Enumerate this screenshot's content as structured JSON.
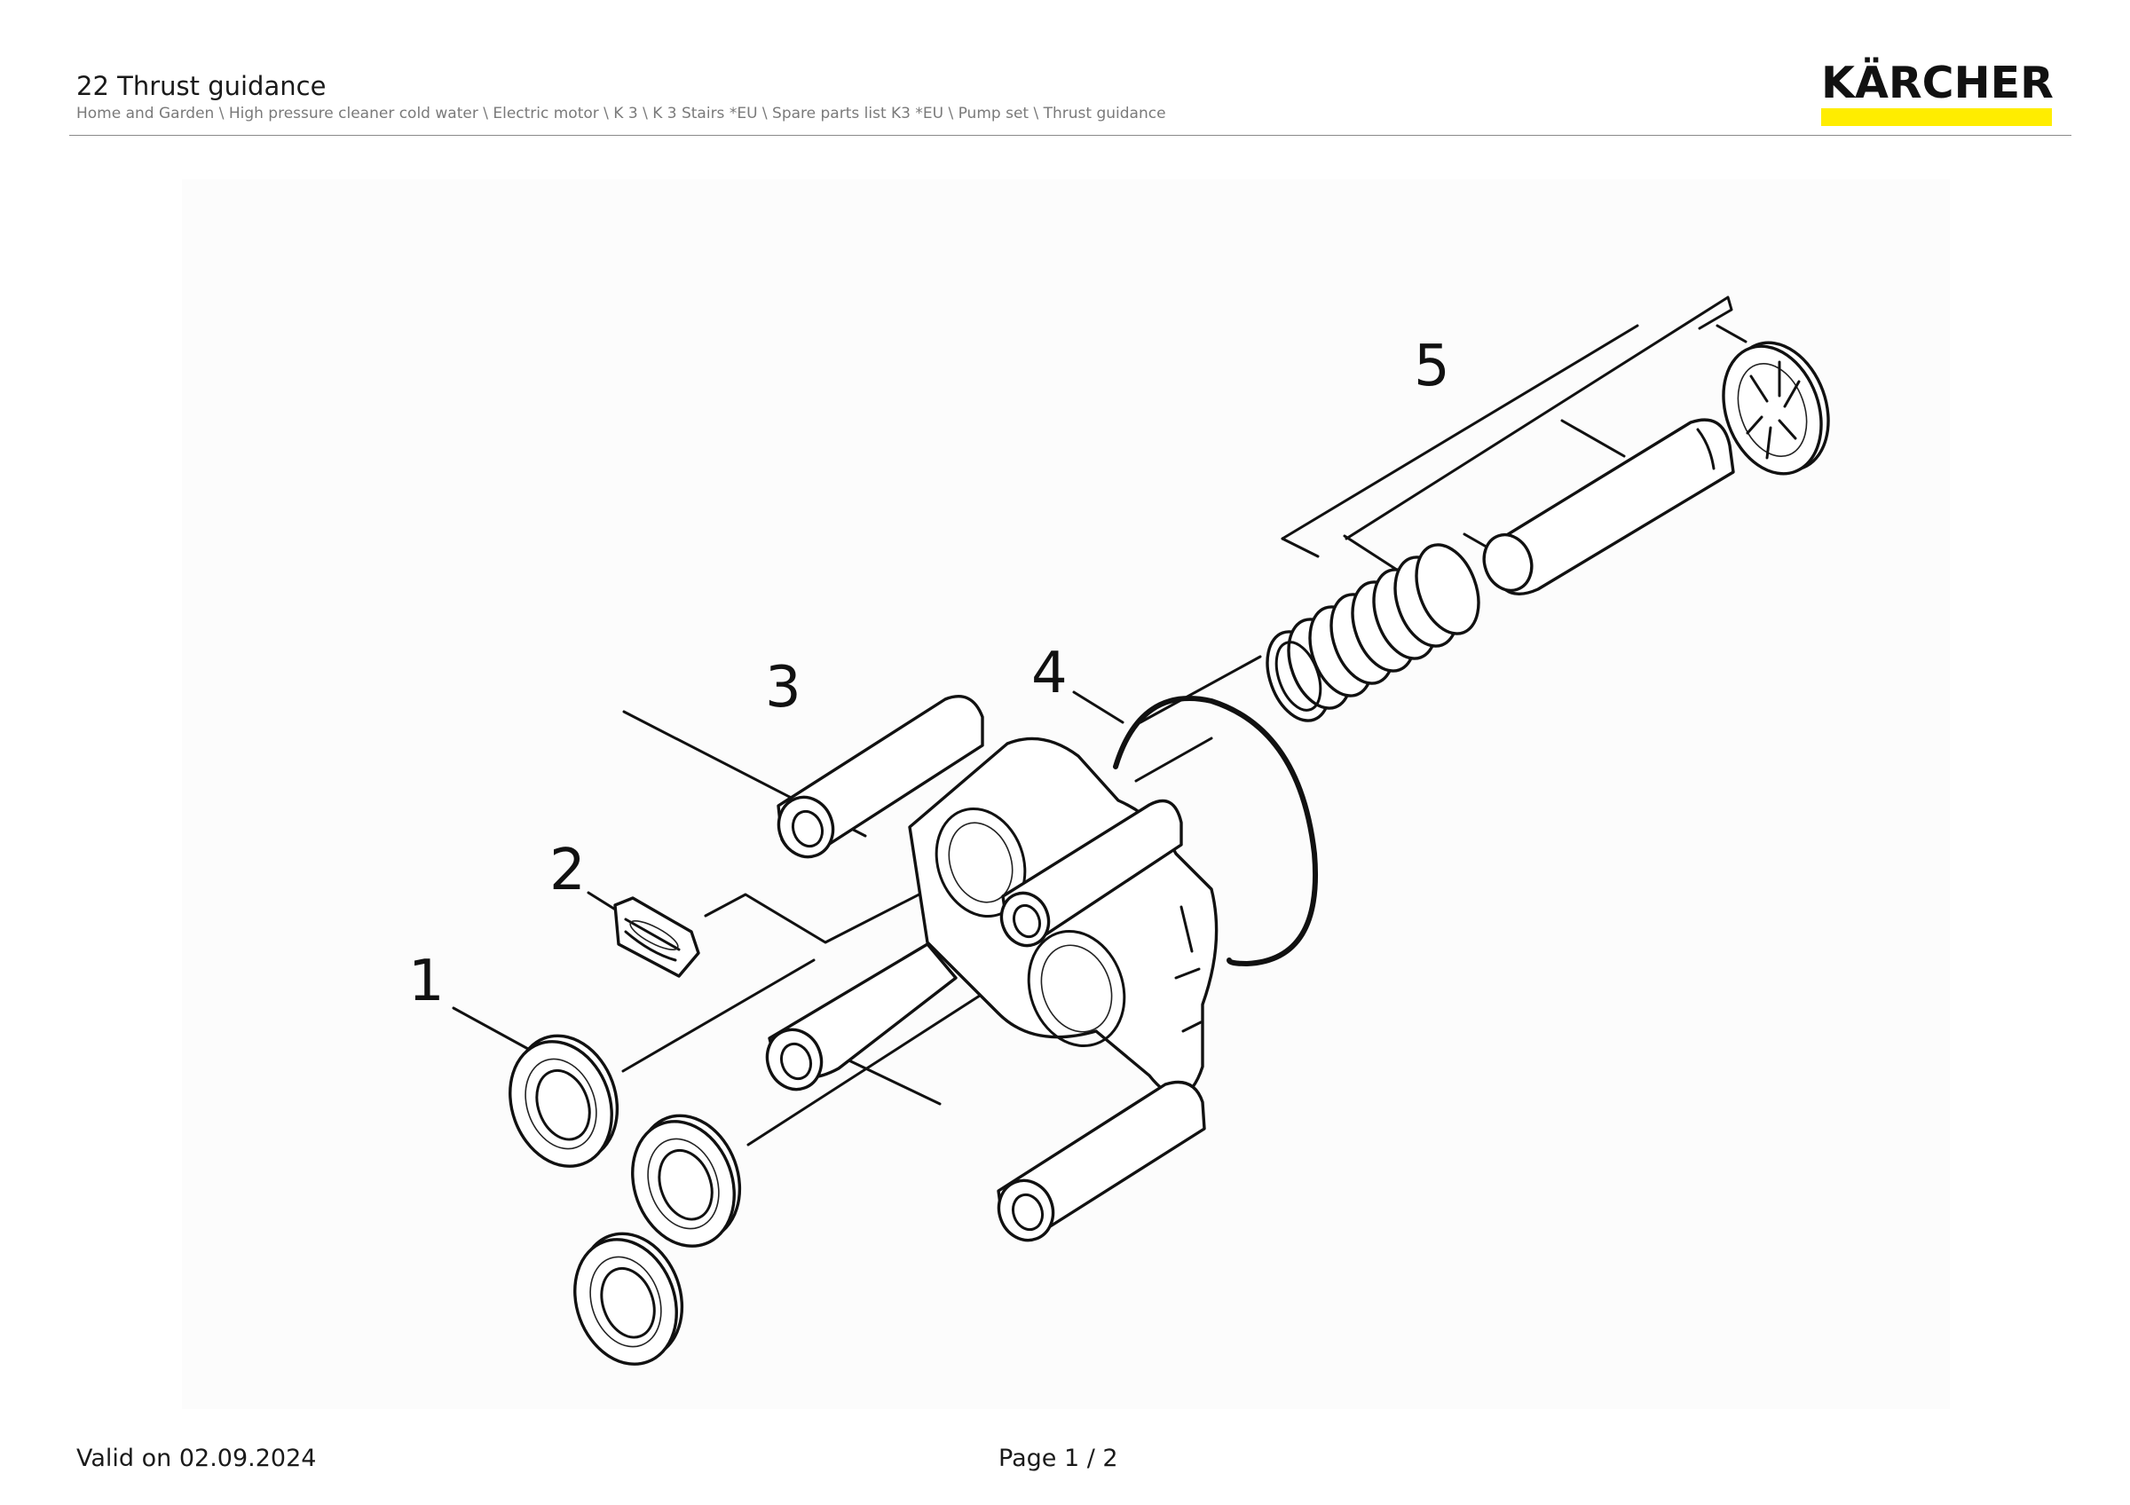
{
  "header": {
    "title": "22 Thrust guidance",
    "breadcrumb": "Home and Garden \\ High pressure cleaner cold water \\ Electric motor \\ K 3 \\ K 3 Stairs *EU \\ Spare parts list K3 *EU \\ Pump set \\ Thrust guidance"
  },
  "logo": {
    "text": "KÄRCHER",
    "bar_color": "#ffed00"
  },
  "diagram": {
    "callouts": [
      {
        "number": "1"
      },
      {
        "number": "2"
      },
      {
        "number": "3"
      },
      {
        "number": "4"
      },
      {
        "number": "5"
      }
    ]
  },
  "footer": {
    "valid": "Valid on 02.09.2024",
    "page": "Page 1 / 2"
  }
}
